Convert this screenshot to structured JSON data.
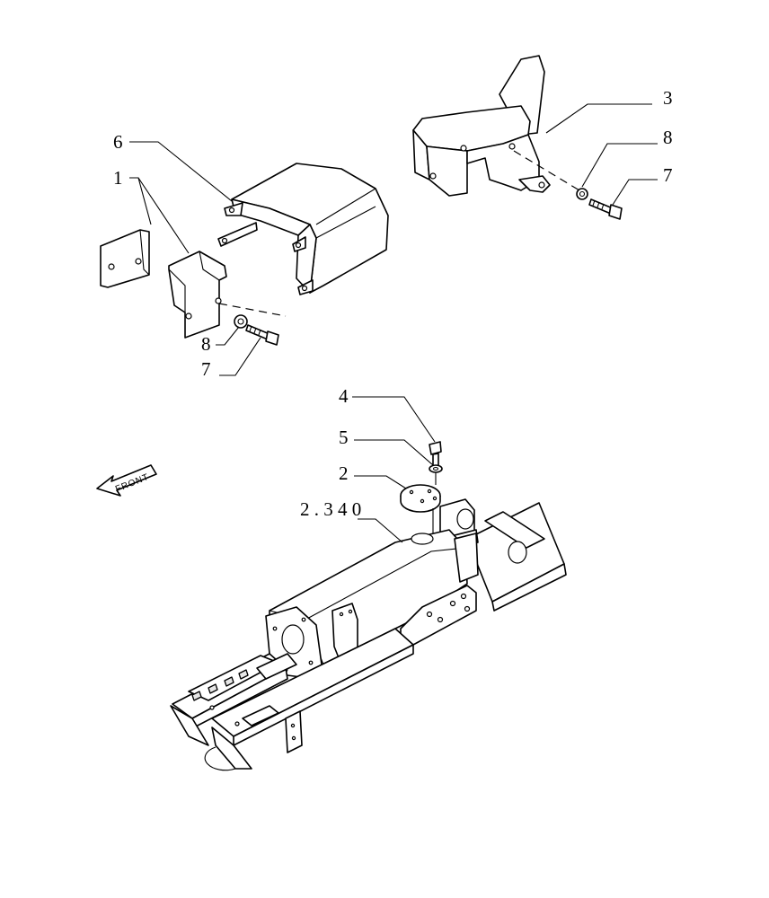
{
  "callouts": {
    "c1": "1",
    "c2": "2",
    "c3": "3",
    "c4": "4",
    "c5": "5",
    "c6": "6",
    "c7_left": "7",
    "c7_right": "7",
    "c8_left": "8",
    "c8_right": "8",
    "ref": "2 . 3 4 0"
  },
  "direction_arrow": {
    "label": "FRONT",
    "icon": "front-arrow-icon"
  }
}
